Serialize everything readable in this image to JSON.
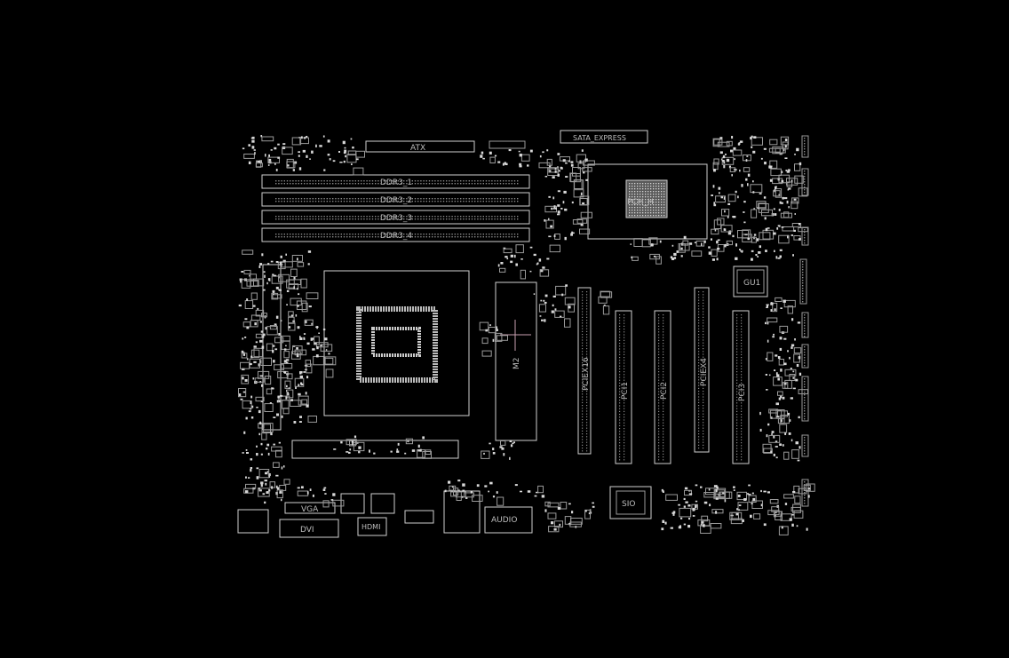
{
  "labels": {
    "atx": "ATX",
    "sata_express": "SATA_EXPRESS",
    "ddr3_1": "DDR3_1",
    "ddr3_2": "DDR3_2",
    "ddr3_3": "DDR3_3",
    "ddr3_4": "DDR3_4",
    "pch": "PCH_H",
    "gu1": "GU1",
    "m2": "M2",
    "pciex16": "PCIEX16",
    "pci1": "PCI1",
    "pci2": "PCI2",
    "pciex4": "PCIEX4",
    "pci3": "PCI3",
    "sio": "SIO",
    "vga": "VGA",
    "dvi": "DVI",
    "hdmi": "HDMI",
    "audio": "AUDIO"
  },
  "colors": {
    "background": "#000000",
    "outline": "#cfcfcf",
    "pad": "#d8d8d8",
    "marker": "#c8a0b0"
  }
}
